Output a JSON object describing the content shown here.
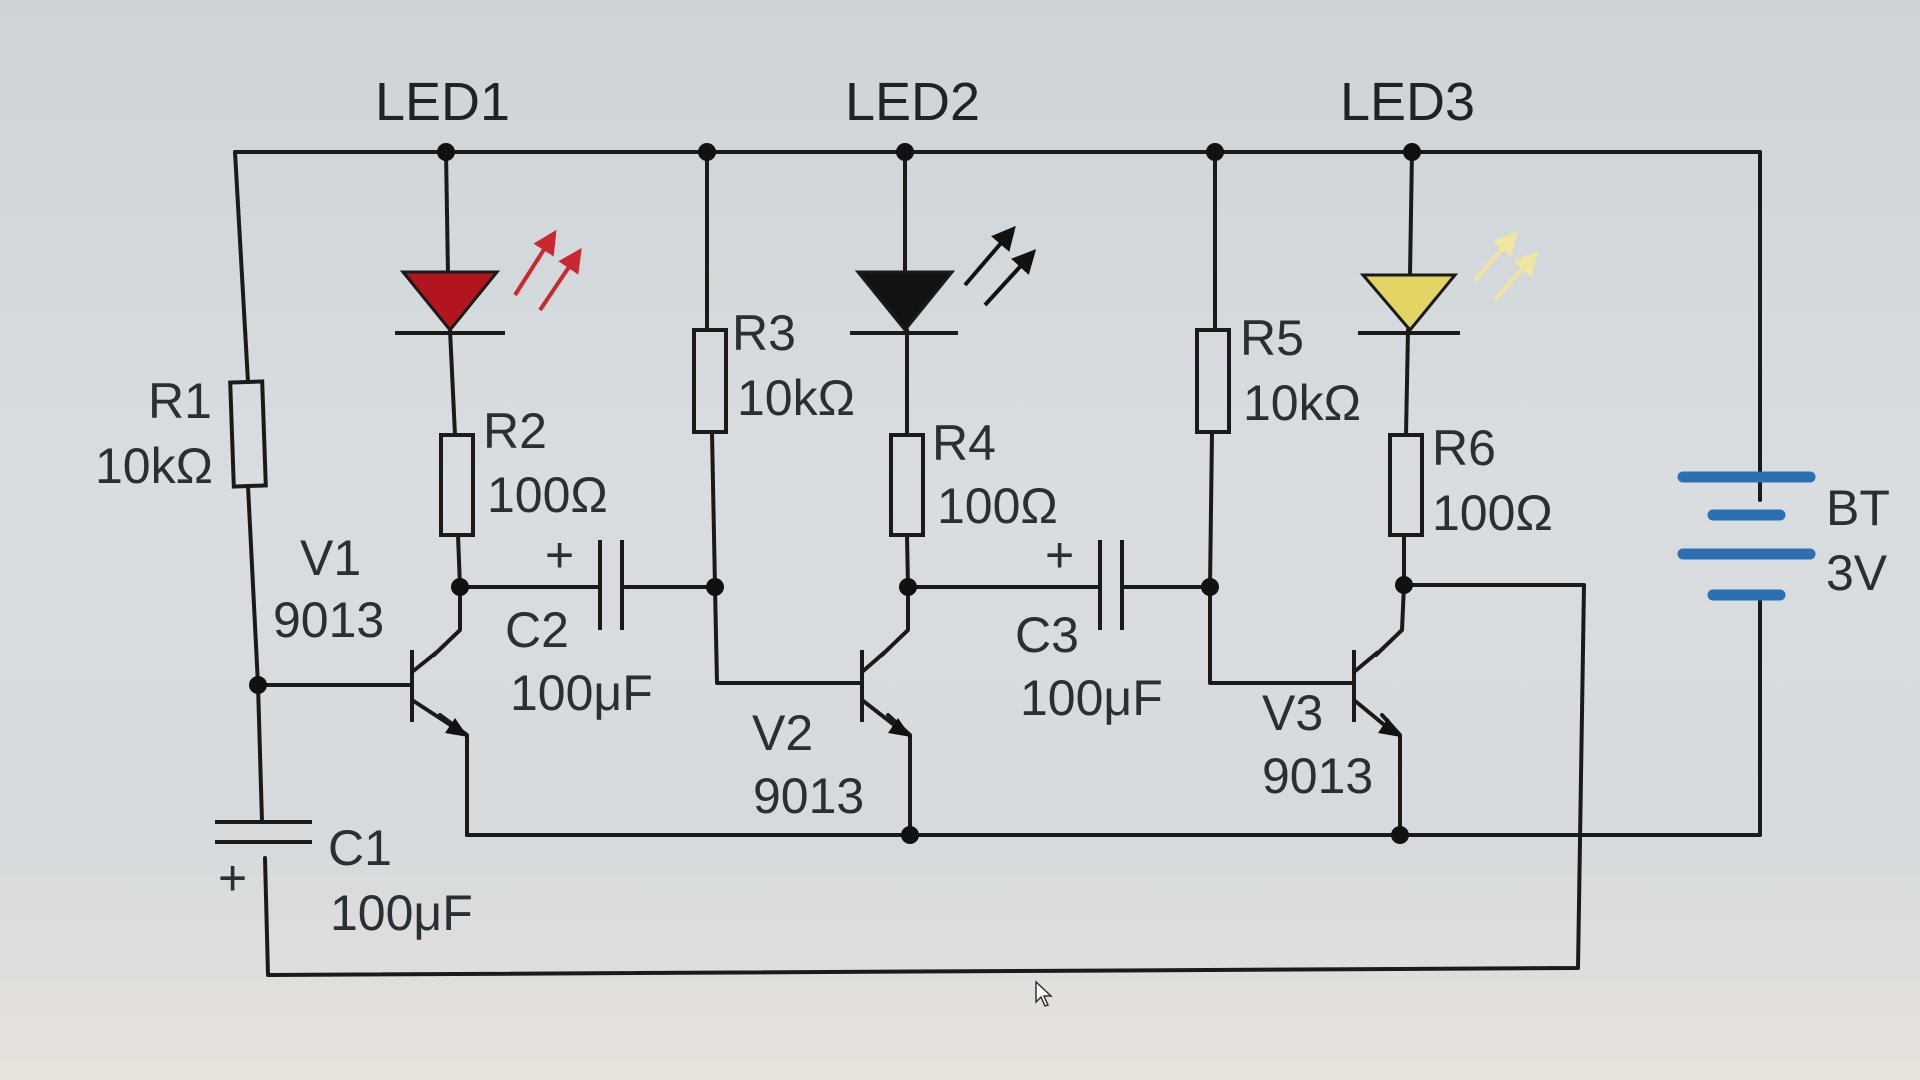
{
  "colors": {
    "wire": "#1a1a1a",
    "led1": "#b3151e",
    "led2": "#121212",
    "led3": "#e3d463",
    "battery": "#2c6fb3",
    "background": "#d6dadc"
  },
  "leds": [
    {
      "ref": "LED1",
      "color": "red"
    },
    {
      "ref": "LED2",
      "color": "black"
    },
    {
      "ref": "LED3",
      "color": "yellow"
    }
  ],
  "resistors": [
    {
      "ref": "R1",
      "value": "10kΩ"
    },
    {
      "ref": "R2",
      "value": "100Ω"
    },
    {
      "ref": "R3",
      "value": "10kΩ"
    },
    {
      "ref": "R4",
      "value": "100Ω"
    },
    {
      "ref": "R5",
      "value": "10kΩ"
    },
    {
      "ref": "R6",
      "value": "100Ω"
    }
  ],
  "capacitors": [
    {
      "ref": "C1",
      "value": "100μF",
      "polarity": "+"
    },
    {
      "ref": "C2",
      "value": "100μF",
      "polarity": "+"
    },
    {
      "ref": "C3",
      "value": "100μF",
      "polarity": "+"
    }
  ],
  "transistors": [
    {
      "ref": "V1",
      "part": "9013"
    },
    {
      "ref": "V2",
      "part": "9013"
    },
    {
      "ref": "V3",
      "part": "9013"
    }
  ],
  "battery": {
    "ref": "BT",
    "voltage": "3V"
  }
}
